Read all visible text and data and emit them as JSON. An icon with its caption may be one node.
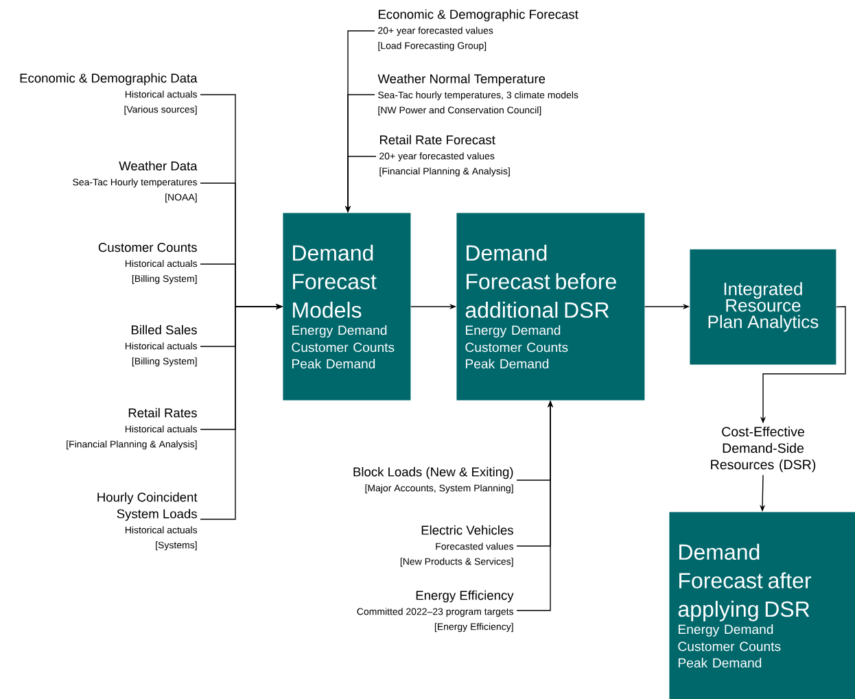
{
  "diagram": {
    "nodes": [
      {
        "text": [
          "Economic & Demographic Data",
          "Historical actuals",
          "[Various sources]"
        ]
      },
      {
        "text": [
          "Weather Data",
          "Sea-Tac Hourly temperatures",
          "[NOAA]"
        ]
      },
      {
        "text": [
          "Customer Counts",
          "Historical actuals",
          "[Billing System]"
        ]
      },
      {
        "text": [
          "Billed Sales",
          "Historical actuals",
          "[Billing System]"
        ]
      },
      {
        "text": [
          "Retail Rates",
          "Historical actuals",
          "[Financial Planning & Analysis]"
        ]
      },
      {
        "text": [
          "Hourly Coincident System Loads",
          "Historical actuals",
          "[Systems]"
        ]
      },
      {
        "text": [
          "Economic & Demographic Forecast",
          "20+ year forecasted values",
          "[Load Forecasting Group]"
        ]
      },
      {
        "text": [
          "Weather Normal Temperature",
          "Sea-Tac hourly temperatures, 3 climate models",
          "[NW Power and Conservation Council]"
        ]
      },
      {
        "text": [
          "Retail Rate Forecast",
          "20+ year forecasted values",
          "[Financial Planning & Analysis]"
        ]
      },
      {
        "text": [
          "Demand Forecast Models",
          "Energy Demand",
          "Customer Counts",
          "Peak Demand"
        ]
      },
      {
        "text": [
          "Demand Forecast before additional DSR",
          "Energy Demand",
          "Customer Counts",
          "Peak Demand"
        ]
      },
      {
        "text": [
          "Integrated Resource Plan Analytics"
        ]
      },
      {
        "text": [
          "Cost-Effective Demand-Side Resources (DSR)"
        ]
      },
      {
        "text": [
          "Demand Forecast after applying DSR",
          "Energy Demand",
          "Customer Counts",
          "Peak Demand"
        ]
      },
      {
        "text": [
          "Block Loads (New & Exiting)",
          "[Major Accounts, System Planning]"
        ]
      },
      {
        "text": [
          "Electric Vehicles",
          "Forecasted values",
          "[New Products & Services]"
        ]
      },
      {
        "text": [
          "Energy Efficiency",
          "Committed 2022–23 program targets",
          "[Energy Efficiency]"
        ]
      }
    ],
    "edges": [
      {
        "from": 0,
        "to": 9,
        "arrow": "to"
      },
      {
        "from": 1,
        "to": 9,
        "arrow": "to"
      },
      {
        "from": 2,
        "to": 9,
        "arrow": "to"
      },
      {
        "from": 3,
        "to": 9,
        "arrow": "to"
      },
      {
        "from": 4,
        "to": 9,
        "arrow": "to"
      },
      {
        "from": 5,
        "to": 9,
        "arrow": "to"
      },
      {
        "from": 6,
        "to": 9,
        "arrow": "to"
      },
      {
        "from": 7,
        "to": 9,
        "arrow": "to"
      },
      {
        "from": 8,
        "to": 9,
        "arrow": "to"
      },
      {
        "from": 9,
        "to": 10,
        "arrow": "to"
      },
      {
        "from": 14,
        "to": 10,
        "arrow": "to"
      },
      {
        "from": 15,
        "to": 10,
        "arrow": "to"
      },
      {
        "from": 16,
        "to": 10,
        "arrow": "to"
      },
      {
        "from": 10,
        "to": 11,
        "arrow": "to"
      },
      {
        "from": 11,
        "to": 12,
        "arrow": "to"
      },
      {
        "from": 12,
        "to": 13,
        "arrow": "to"
      }
    ]
  }
}
